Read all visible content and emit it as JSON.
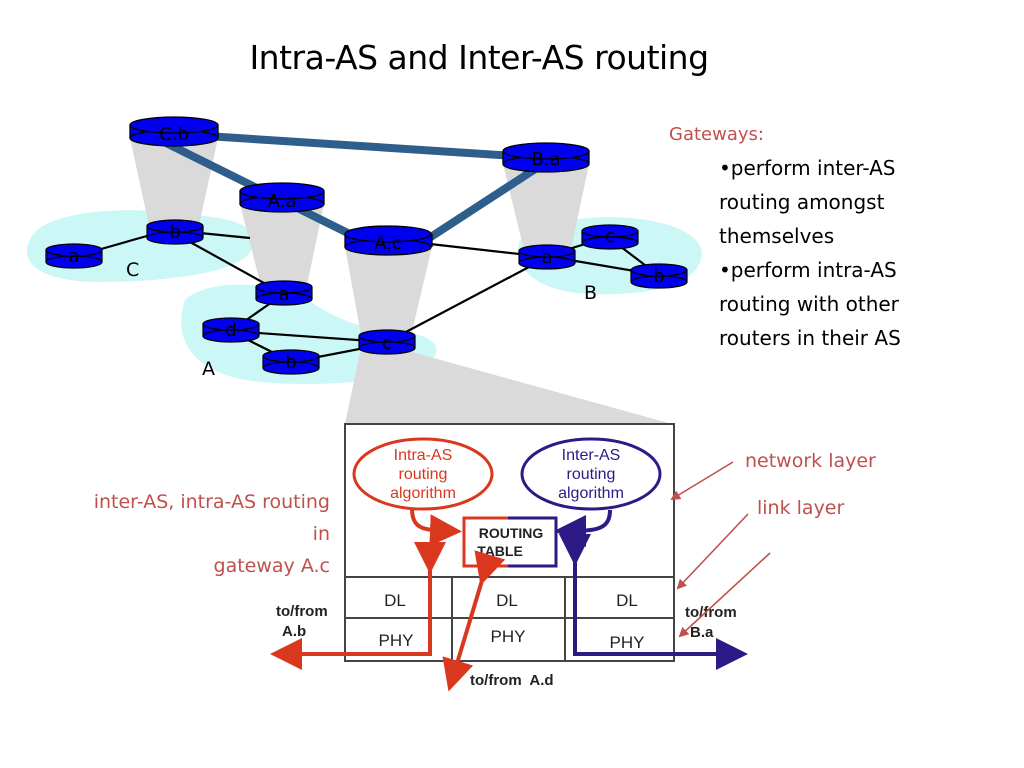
{
  "title": "Intra-AS and Inter-AS routing",
  "as_labels": {
    "c": "C",
    "a": "A",
    "b": "B"
  },
  "routers": {
    "cb": "C.b",
    "ba": "B.a",
    "aa": "A.a",
    "ac": "A.c",
    "c_a": "a",
    "c_b": "b",
    "a_a": "a",
    "a_d": "d",
    "a_b": "b",
    "a_c": "c",
    "b_a": "a",
    "b_c": "c",
    "b_b": "b"
  },
  "gateways": {
    "heading": "Gateways:",
    "bullets": [
      "•perform inter-AS routing amongst themselves",
      "•perform intra-AS routing with other routers in their AS"
    ]
  },
  "gateway_box": {
    "intra_algo": [
      "Intra-AS",
      "routing",
      "algorithm"
    ],
    "inter_algo": [
      "Inter-AS",
      "routing",
      "algorithm"
    ],
    "routing_table": [
      "ROUTING",
      "TABLE"
    ],
    "dl": "DL",
    "phy": "PHY",
    "tofrom_ab": [
      "to/from",
      "A.b"
    ],
    "tofrom_ba": [
      "to/from",
      "B.a"
    ],
    "tofrom_ad": "to/from  A.d"
  },
  "labels": {
    "network_layer": "network layer",
    "link_layer": "link layer",
    "caption": [
      "inter-AS, intra-AS routing",
      "in",
      "gateway A.c"
    ]
  },
  "colors": {
    "router_fill": "#0000ee",
    "as_cloud": "#ccf7f7",
    "inter_as_link": "#2e5e8c",
    "accent_red": "#c0504d",
    "intra_red": "#d9381e",
    "inter_purple": "#2e1a86"
  }
}
